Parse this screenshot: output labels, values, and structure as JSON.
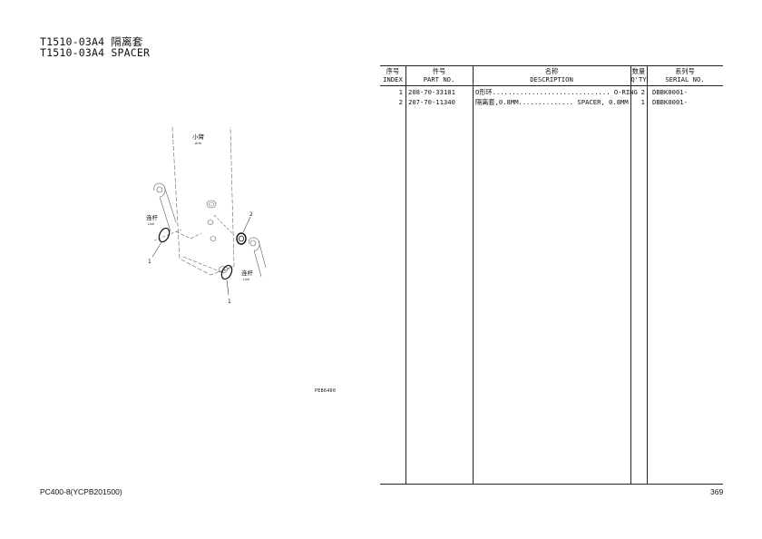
{
  "title": {
    "line1": "T1510-03A4 隔离套",
    "line2": "T1510-03A4 SPACER"
  },
  "table": {
    "headers": {
      "index_cn": "序号",
      "index_en": "INDEX",
      "part_cn": "件号",
      "part_en": "PART NO.",
      "desc_cn": "名称",
      "desc_en": "DESCRIPTION",
      "qty_cn": "数量",
      "qty_en": "Q'TY",
      "serial_cn": "系列号",
      "serial_en": "SERIAL NO."
    },
    "rows": [
      {
        "index": "1",
        "part_no": "208-70-33181",
        "description": "O形环.............................. O-RING",
        "qty": "2",
        "serial": "DBBK0001-"
      },
      {
        "index": "2",
        "part_no": "207-70-11340",
        "description": "隔离套,0.8MM.............. SPACER, 0.8MM",
        "qty": "1",
        "serial": "DBBK0001-"
      }
    ]
  },
  "diagram": {
    "arm_cn": "小臂",
    "arm_en": "Arm",
    "link_cn": "连杆",
    "link_en": "Link",
    "link2_cn": "连杆",
    "link2_en": "Link",
    "callout_1a": "1",
    "callout_1b": "1",
    "callout_2": "2",
    "code": "PEB6400"
  },
  "footer": {
    "model": "PC400-8(YCPB201500)",
    "page": "369"
  }
}
